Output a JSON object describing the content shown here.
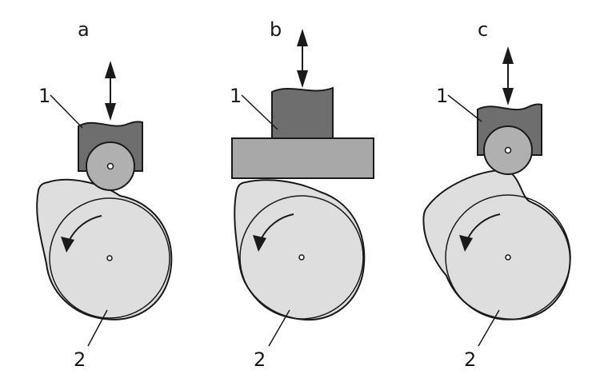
{
  "panels": [
    {
      "id": "a",
      "title": "a",
      "follower_label": "1",
      "cam_label": "2",
      "follower_type": "roller"
    },
    {
      "id": "b",
      "title": "b",
      "follower_label": "1",
      "cam_label": "2",
      "follower_type": "flat-faced"
    },
    {
      "id": "c",
      "title": "c",
      "follower_label": "1",
      "cam_label": "2",
      "follower_type": "roller"
    }
  ],
  "colors": {
    "cam_fill": "#dedede",
    "follower_fill": "#6e6e6e",
    "plate_fill": "#a8a8a8",
    "roller_fill": "#b0b0b0",
    "stroke": "#1a1a1a"
  },
  "icons": [
    "double-arrow-icon",
    "rotation-arrow-icon"
  ]
}
